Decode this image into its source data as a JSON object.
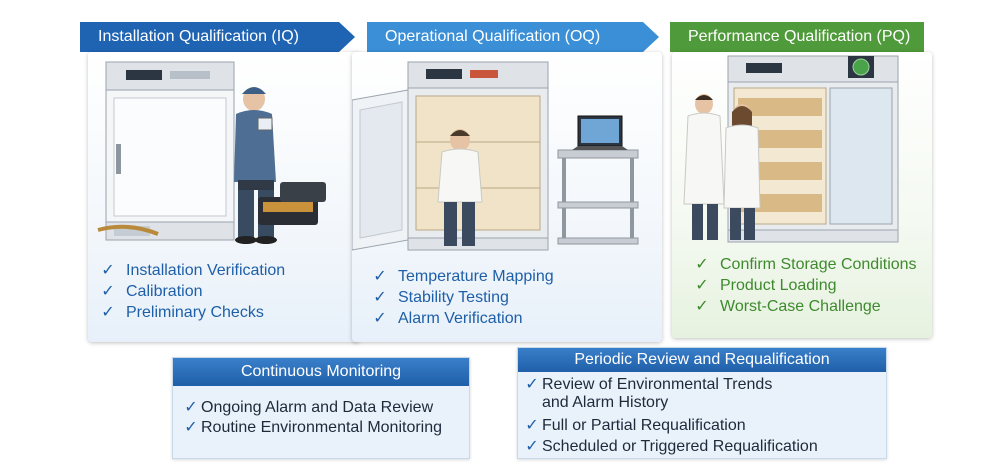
{
  "stages": [
    {
      "title": "Installation Qualification (IQ)",
      "header_color": "#1f63b3",
      "check_color": "#1f5fa8",
      "text_color": "#1f5fa8",
      "items": [
        "Installation Verification",
        "Calibration",
        "Preliminary Checks"
      ]
    },
    {
      "title": "Operational Qualification (OQ)",
      "header_color": "#3b8fd6",
      "check_color": "#1f5fa8",
      "text_color": "#1f5fa8",
      "items": [
        "Temperature Mapping",
        "Stability Testing",
        "Alarm Verification"
      ]
    },
    {
      "title": "Performance Qualification (PQ)",
      "header_color": "#4f9a3a",
      "check_color": "#3f8a2e",
      "text_color": "#3f8a2e",
      "items": [
        "Confirm Storage Conditions",
        "Product Loading",
        "Worst-Case Challenge"
      ]
    }
  ],
  "continuous_monitoring": {
    "title": "Continuous Monitoring",
    "items": [
      "Ongoing Alarm and Data Review",
      "Routine Environmental Monitoring"
    ]
  },
  "periodic_review": {
    "title": "Periodic Review and Requalification",
    "items": [
      "Review of Environmental Trends\nand Alarm History",
      "Full or Partial Requalification",
      "Scheduled or Triggered Requalification"
    ]
  },
  "icons": {
    "check": "checkmark-icon",
    "unit_display": "TEMP"
  }
}
